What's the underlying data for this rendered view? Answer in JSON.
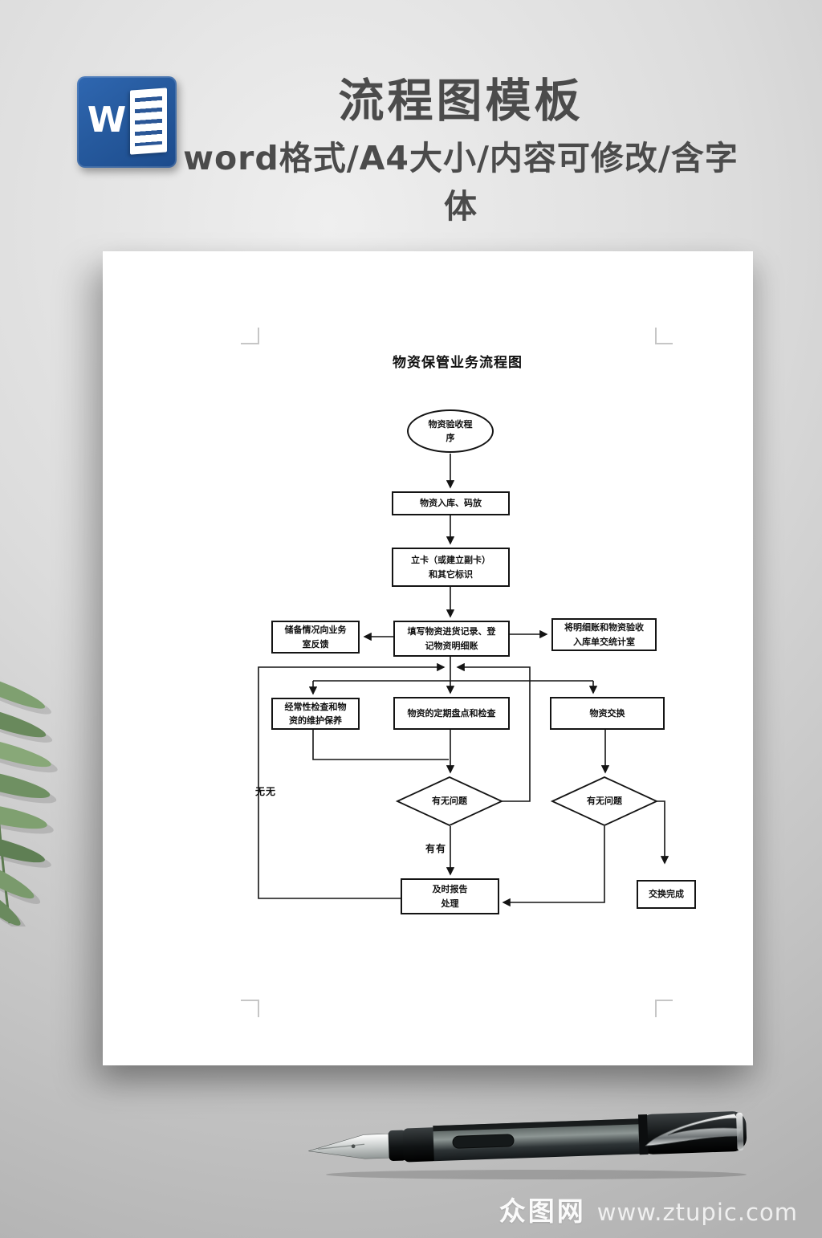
{
  "header": {
    "icon_letter": "W",
    "title": "流程图模板",
    "subtitle": "word格式/A4大小/内容可修改/含字体"
  },
  "page": {
    "doc_title": "物资保管业务流程图",
    "nodes": {
      "start": [
        "物资验收程",
        "序"
      ],
      "n1": [
        "物资入库、码放"
      ],
      "n2": [
        "立卡（或建立副卡）",
        "和其它标识"
      ],
      "n3": [
        "填写物资进货记录、登",
        "记物资明细账"
      ],
      "left2": [
        "储备情况向业务",
        "室反馈"
      ],
      "right2": [
        "将明细账和物资验收",
        "入库单交统计室"
      ],
      "row3l": [
        "经常性检查和物",
        "资的维护保养"
      ],
      "row3c": [
        "物资的定期盘点和检查"
      ],
      "row3r": [
        "物资交换"
      ],
      "d1": [
        "有无问题"
      ],
      "d2": [
        "有无问题"
      ],
      "report": [
        "及时报告",
        "处理"
      ],
      "done": [
        "交换完成"
      ]
    },
    "edge_labels": {
      "no": "无无",
      "yes": "有有"
    }
  },
  "watermark": {
    "site_name": "众图网",
    "site_url": "www.ztupic.com"
  },
  "colors": {
    "word_blue": "#2b5797",
    "flow_ink": "#1a1a1a",
    "leaf_green": "#7d9c6e",
    "bg_gray": "#c9c9c9"
  }
}
